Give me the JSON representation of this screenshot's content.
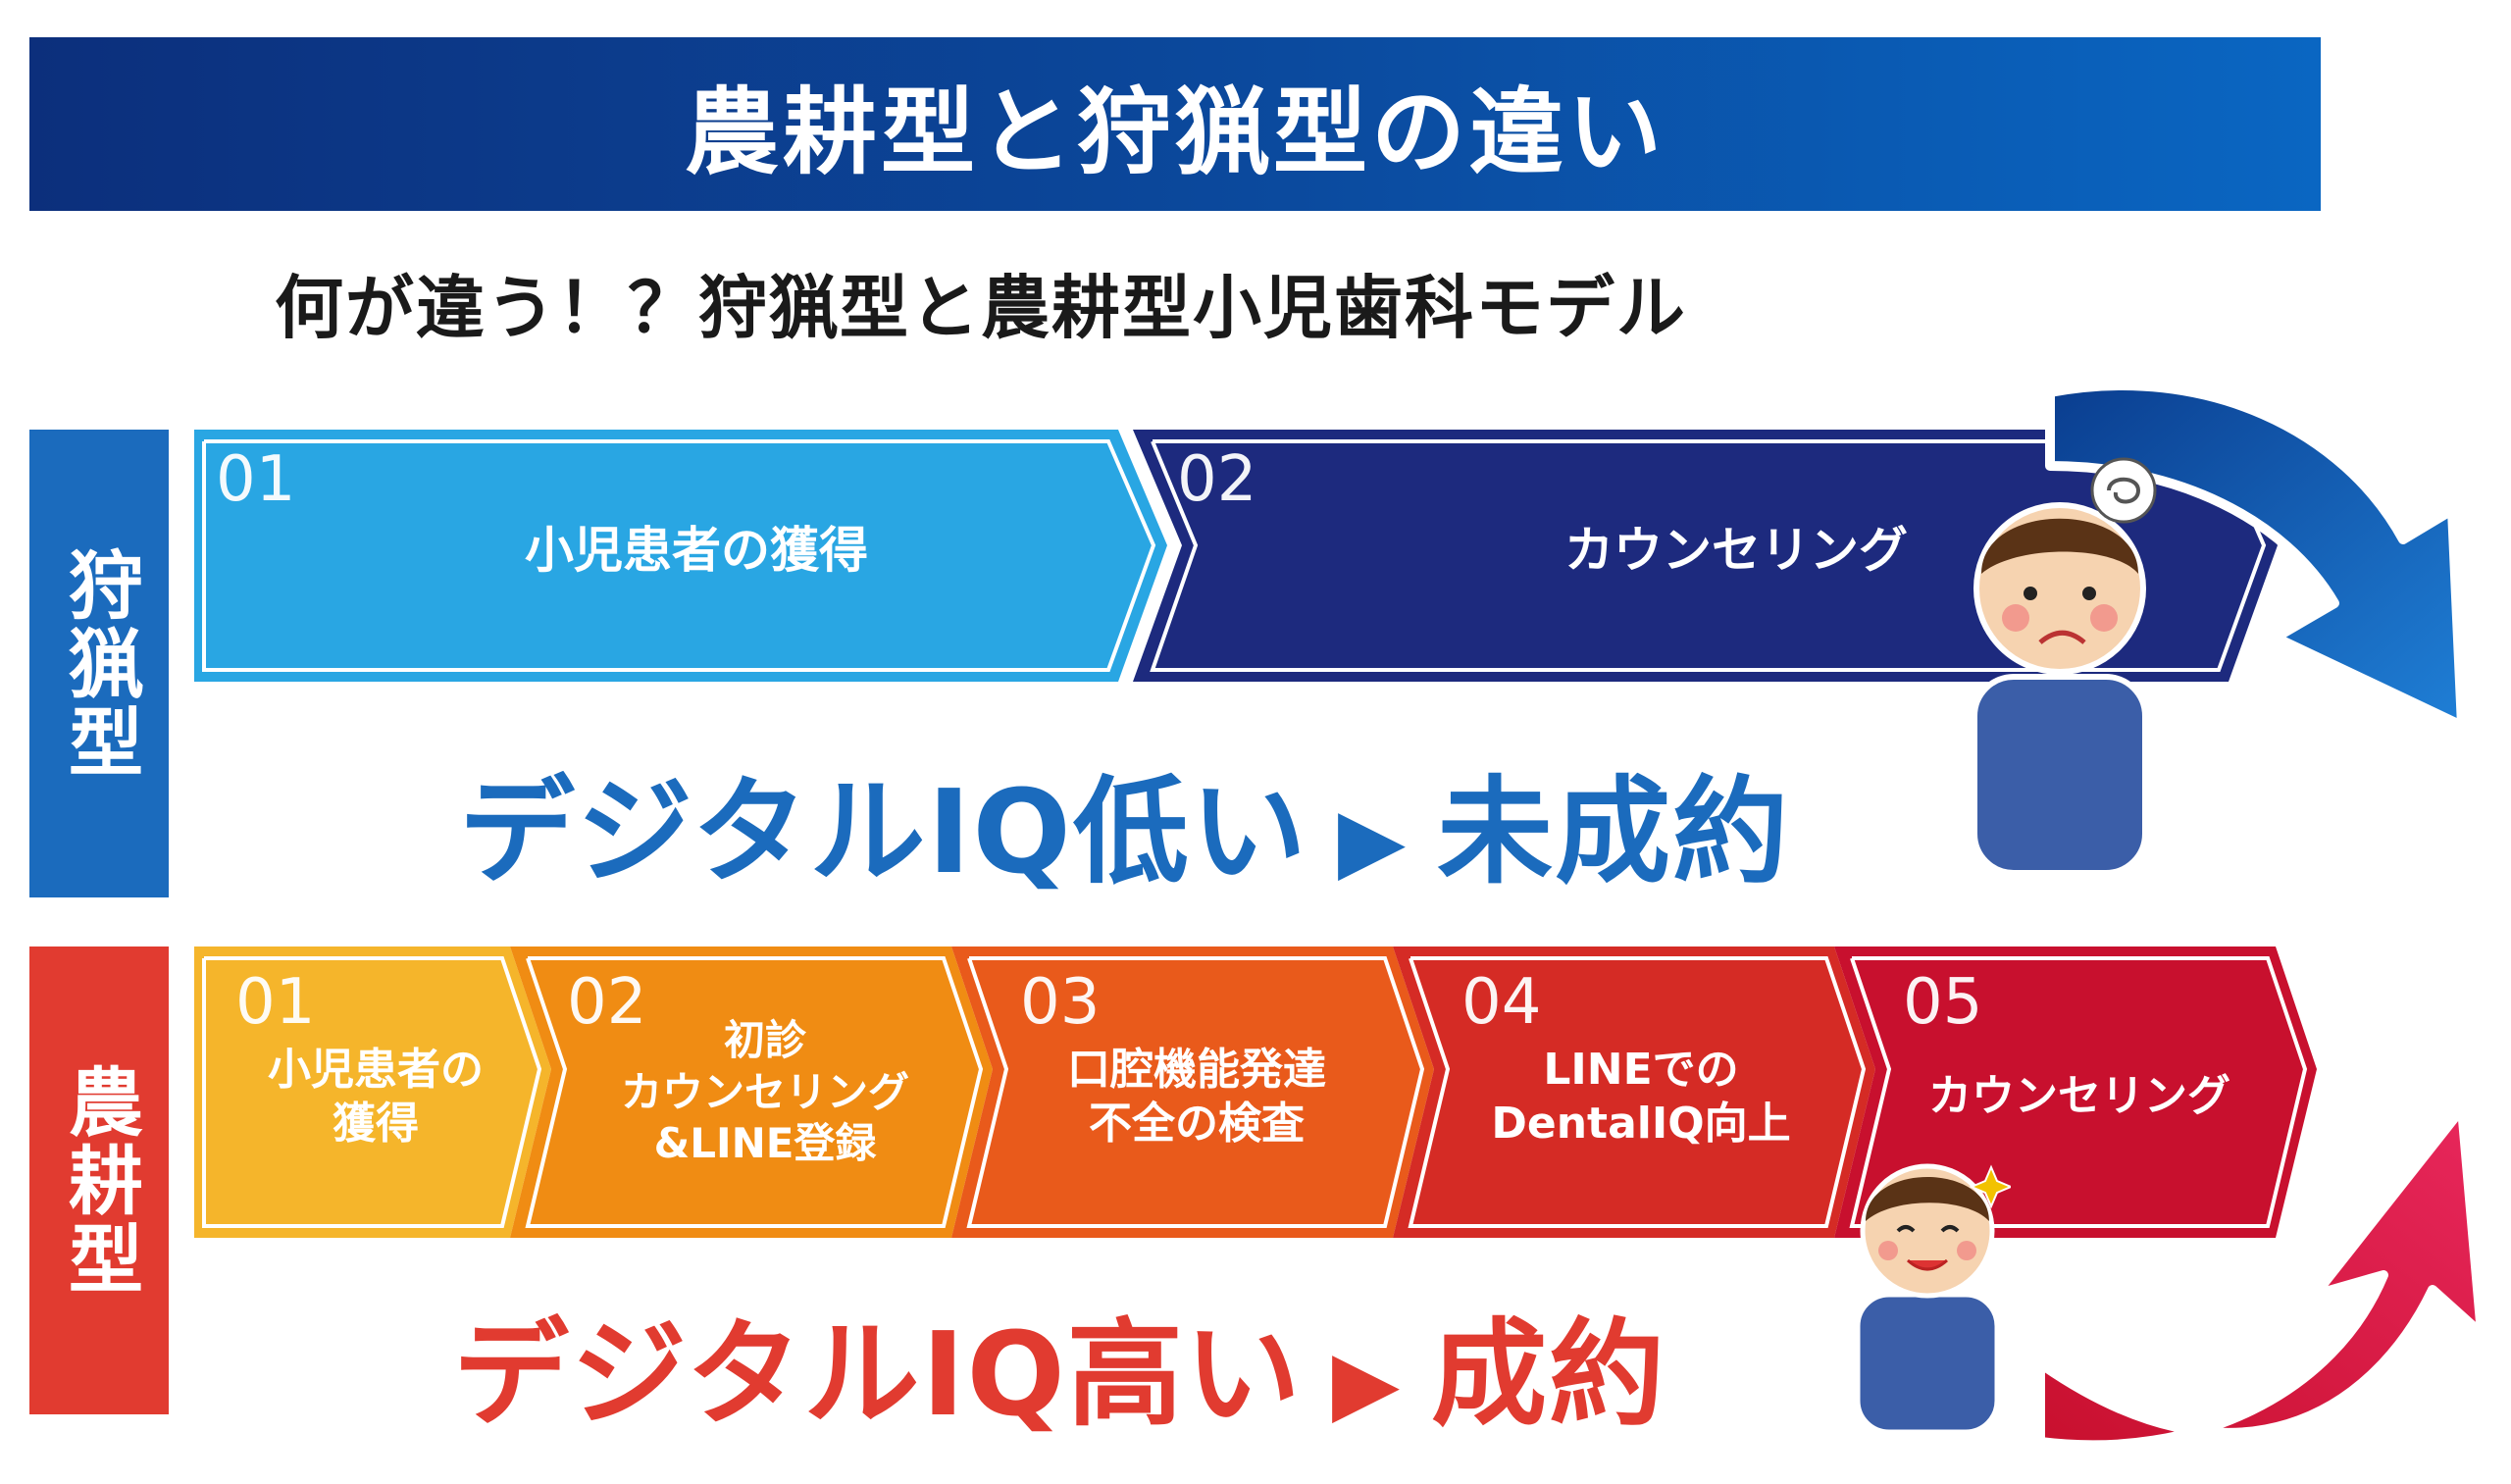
{
  "title": "農耕型と狩猟型の違い",
  "subtitle": "何が違う！？狩猟型と農耕型小児歯科モデル",
  "hunting": {
    "label": "狩猟型",
    "steps": [
      {
        "num": "01",
        "lines": [
          "小児患者の獲得"
        ],
        "color": "#29a6e3"
      },
      {
        "num": "02",
        "lines": [
          "カウンセリング"
        ],
        "color": "#1d2a7e"
      }
    ],
    "result": {
      "prefix": "デジタルIQ低い",
      "arrow": "▶",
      "outcome": "未成約",
      "color": "#1b6bbd"
    }
  },
  "farming": {
    "label": "農耕型",
    "steps": [
      {
        "num": "01",
        "lines": [
          "小児患者の",
          "獲得"
        ],
        "color": "#f5b52b"
      },
      {
        "num": "02",
        "lines": [
          "初診",
          "カウンセリング",
          "&LINE登録"
        ],
        "color": "#f08c13"
      },
      {
        "num": "03",
        "lines": [
          "口腔機能発達",
          "不全の検査"
        ],
        "color": "#e95a1b"
      },
      {
        "num": "04",
        "lines": [
          "LINEでの",
          "DentalIQ向上"
        ],
        "color": "#d52b25"
      },
      {
        "num": "05",
        "lines": [
          "カウンセリング"
        ],
        "color": "#c8102e"
      }
    ],
    "result": {
      "prefix": "デジタルIQ高い",
      "arrow": "▶",
      "outcome": "成約",
      "color": "#e13b30"
    }
  },
  "icons": {
    "hunting_arrow": "curved-arrow-down-icon",
    "farming_arrow": "curved-arrow-up-icon",
    "worried_person": "worried-dentist-illustration",
    "happy_person": "happy-dentist-illustration"
  }
}
